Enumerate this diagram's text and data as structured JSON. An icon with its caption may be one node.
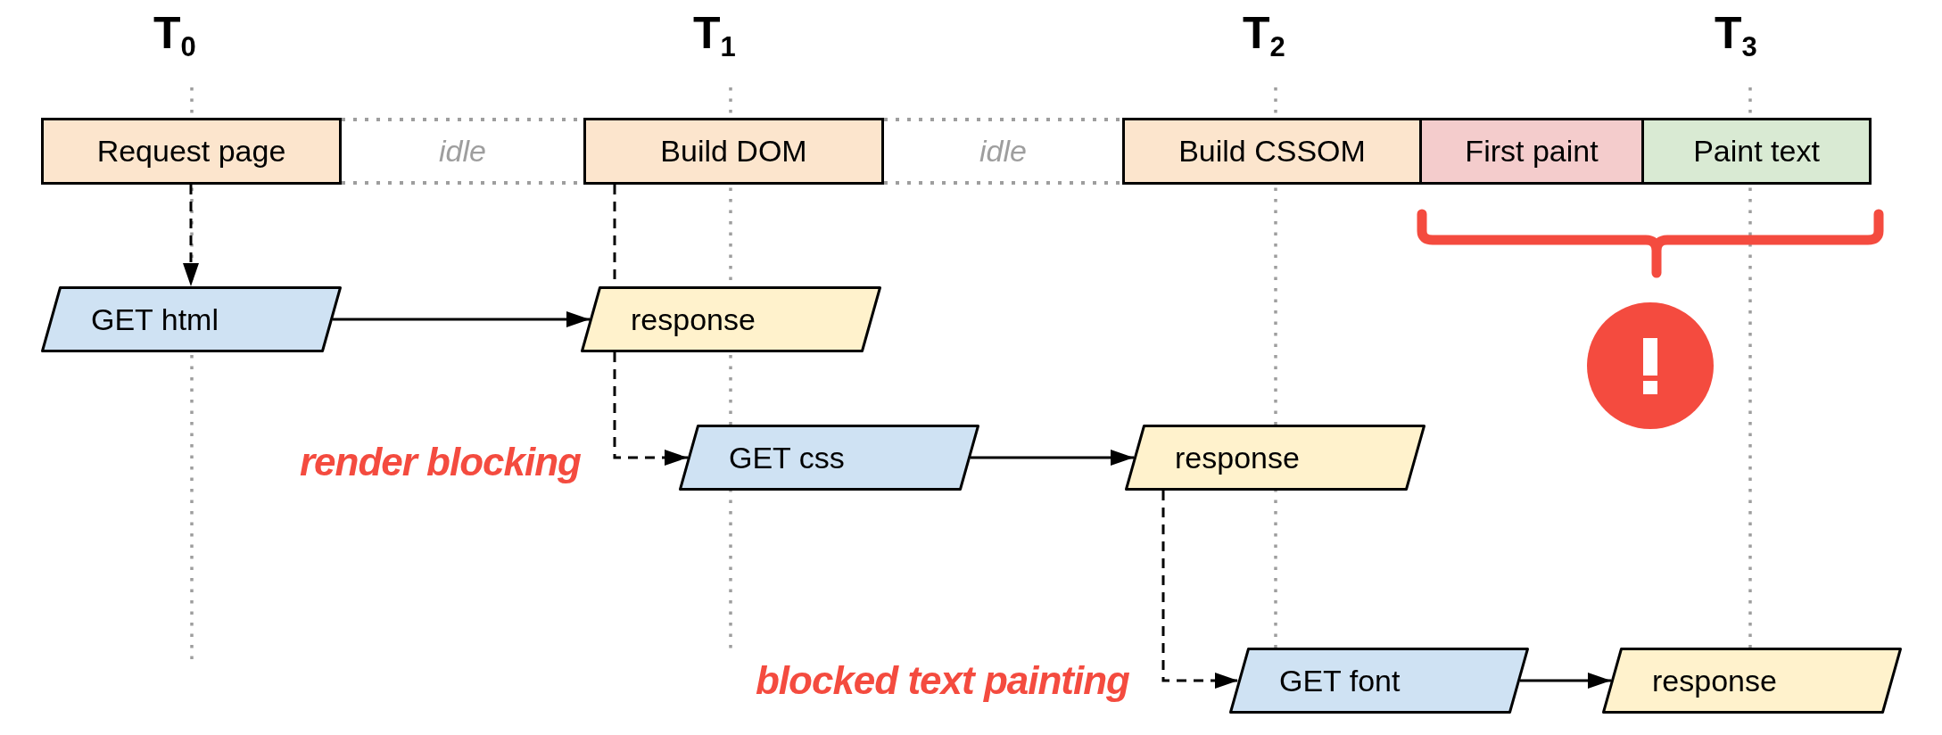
{
  "diagram": {
    "nodes": [
      {
        "text": [
          "Request page"
        ]
      },
      {
        "text": [
          "idle"
        ]
      },
      {
        "text": [
          "Build DOM"
        ]
      },
      {
        "text": [
          "idle"
        ]
      },
      {
        "text": [
          "Build CSSOM"
        ]
      },
      {
        "text": [
          "First paint"
        ]
      },
      {
        "text": [
          "Paint text"
        ]
      },
      {
        "text": [
          "GET html"
        ]
      },
      {
        "text": [
          "response"
        ]
      },
      {
        "text": [
          "GET css"
        ]
      },
      {
        "text": [
          "response"
        ]
      },
      {
        "text": [
          "GET font"
        ]
      },
      {
        "text": [
          "response"
        ]
      }
    ],
    "edges": [
      {
        "from": 0,
        "to": 7,
        "arrow": "to",
        "style": "dashed"
      },
      {
        "from": 7,
        "to": 8,
        "arrow": "to"
      },
      {
        "from": 2,
        "to": 8,
        "arrow": "none",
        "style": "dashed"
      },
      {
        "from": 8,
        "to": 9,
        "arrow": "to",
        "style": "dashed"
      },
      {
        "from": 9,
        "to": 10,
        "arrow": "to"
      },
      {
        "from": 10,
        "to": 11,
        "arrow": "to",
        "style": "dashed"
      },
      {
        "from": 11,
        "to": 12,
        "arrow": "to"
      }
    ],
    "labels": [
      "T$_{0}$",
      "T$_{1}$",
      "T$_{2}$",
      "T$_{3}$",
      "render blocking",
      "blocked text painting"
    ]
  }
}
